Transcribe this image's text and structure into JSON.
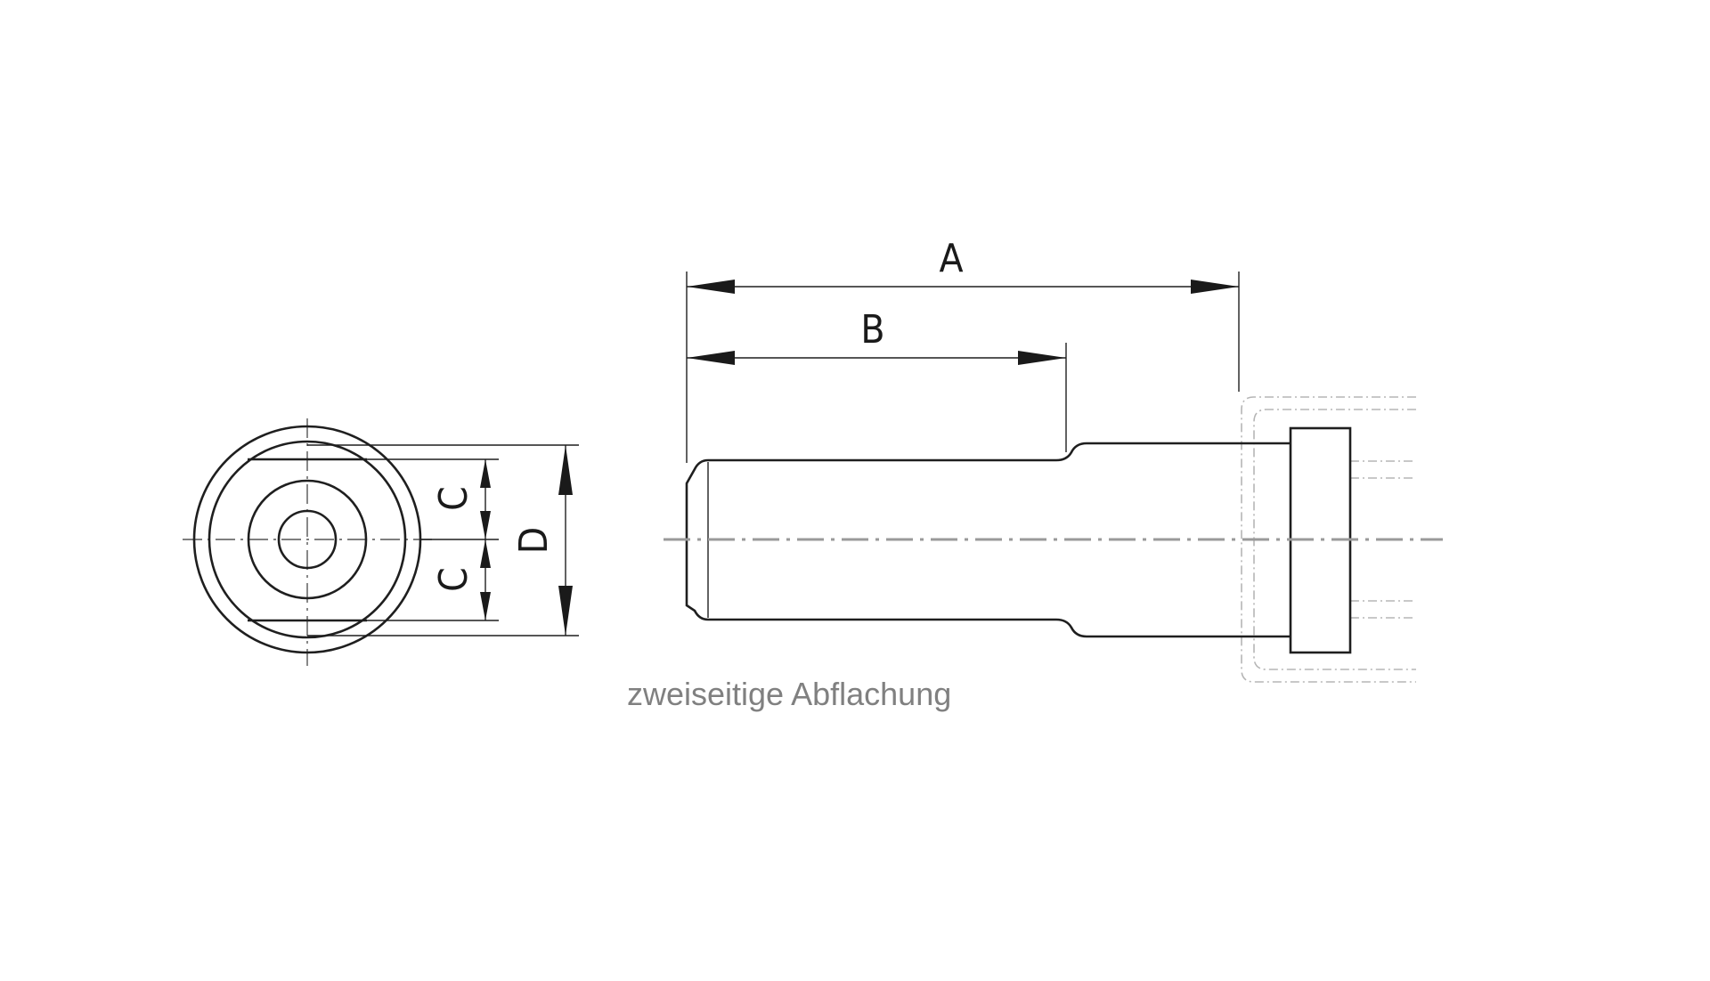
{
  "labels": {
    "dim_a": "A",
    "dim_b": "B",
    "dim_c_top": "C",
    "dim_c_bottom": "C",
    "dim_d": "D",
    "caption": "zweiseitige Abflachung"
  },
  "colors": {
    "line": "#1f1f1f",
    "centerline": "#9a9a9a",
    "ghost": "#b5b5b5",
    "caption": "#808080"
  }
}
